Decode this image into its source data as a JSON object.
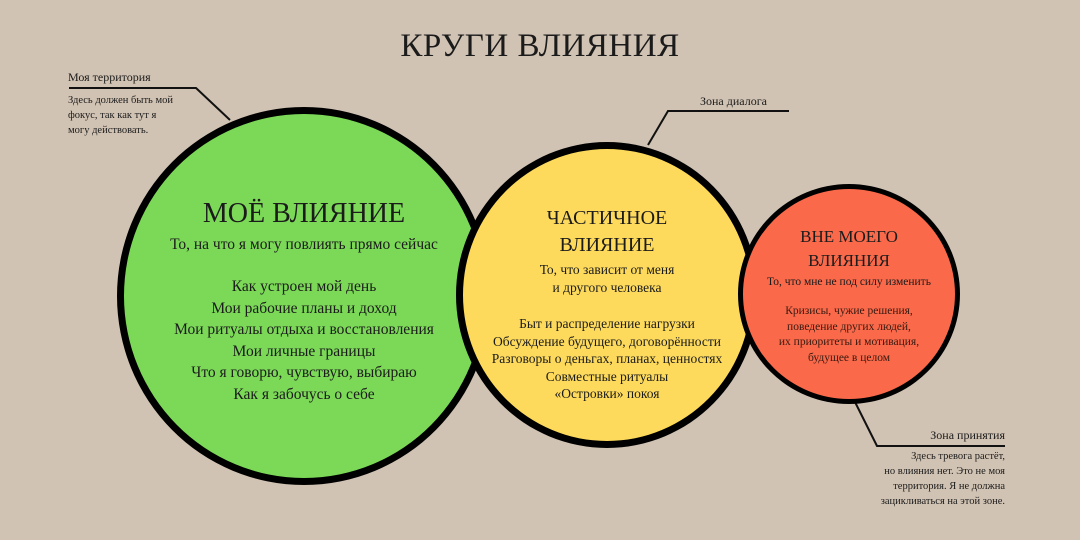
{
  "title": "КРУГИ ВЛИЯНИЯ",
  "colors": {
    "background": "#D1C3B3",
    "my_influence": "#7BD957",
    "partial_influence": "#FDDA5C",
    "outside_influence": "#F9694A",
    "outline": "#000000"
  },
  "circles": {
    "my": {
      "heading": "МОЁ ВЛИЯНИЕ",
      "subtitle": "То, на что я могу повлиять прямо сейчас",
      "items": "Как устроен мой день\nМои рабочие планы и доход\nМои ритуалы отдыха и восстановления\nМои личные границы\nЧто я говорю, чувствую, выбираю\nКак я забочусь о себе"
    },
    "partial": {
      "heading": "ЧАСТИЧНОЕ\nВЛИЯНИЕ",
      "subtitle": "То, что зависит от меня\nи другого человека",
      "items": "Быт и распределение нагрузки\nОбсуждение будущего, договорённости\nРазговоры о деньгах, планах, ценностях\nСовместные ритуалы\n«Островки» покоя"
    },
    "outside": {
      "heading": "ВНЕ МОЕГО\nВЛИЯНИЯ",
      "subtitle": "То, что мне не под силу изменить",
      "items": "Кризисы, чужие решения,\nповедение других людей,\nих приоритеты и мотивация,\nбудущее в целом"
    }
  },
  "notes": {
    "left": {
      "title": "Моя территория",
      "body": "Здесь должен быть мой\nфокус, так как тут я\nмогу действовать."
    },
    "middle": {
      "title": "Зона диалога"
    },
    "right": {
      "title": "Зона принятия",
      "body": "Здесь тревога растёт,\nно влияния нет. Это не моя\nтерритория. Я не должна\nзацикливаться на этой зоне."
    }
  }
}
